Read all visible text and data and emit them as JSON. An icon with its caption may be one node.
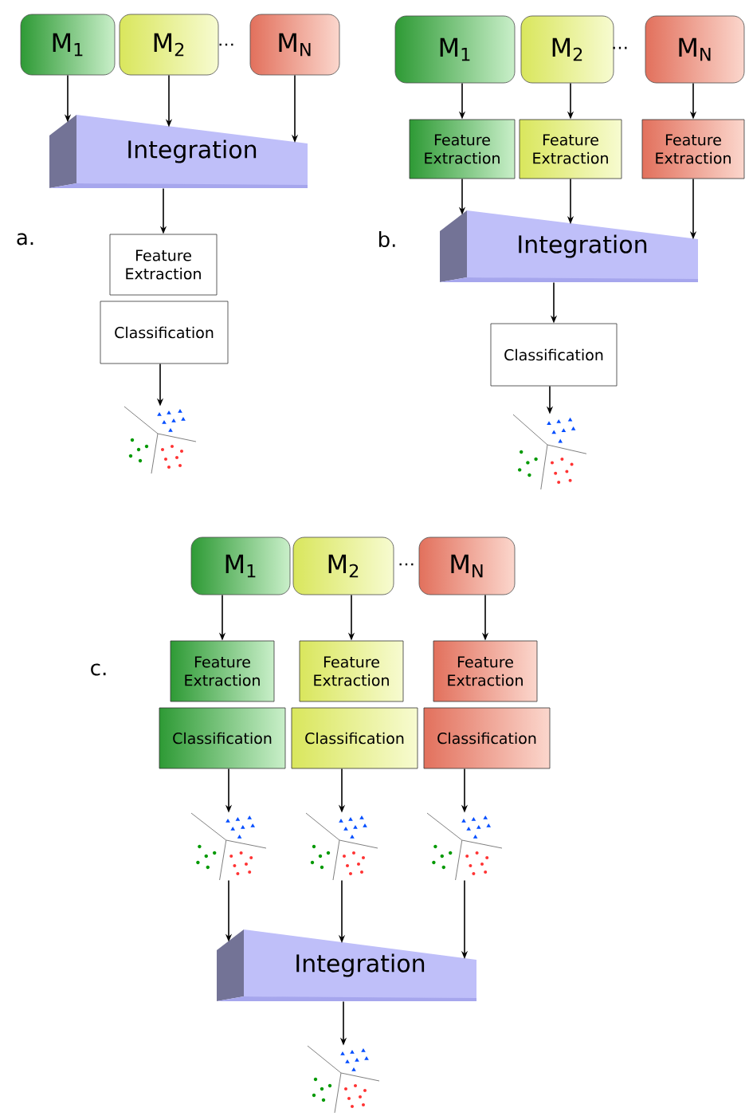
{
  "diagram": {
    "nodes": [
      {
        "text": [
          "M$_{1}$"
        ]
      },
      {
        "text": [
          "M$_{2}$"
        ]
      },
      {
        "text": [
          "M$_{N}$"
        ]
      },
      {
        "text": [
          "Integration"
        ]
      },
      {
        "text": [
          "Feature Extraction"
        ]
      },
      {
        "text": [
          "Classification"
        ]
      },
      {
        "text": [],
        "shape": "picture"
      },
      {
        "text": [
          "M$_{1}$"
        ]
      },
      {
        "text": [
          "M$_{2}$"
        ]
      },
      {
        "text": [
          "M$_{N}$"
        ]
      },
      {
        "text": [
          "Feature Extraction"
        ]
      },
      {
        "text": [
          "Feature Extraction"
        ]
      },
      {
        "text": [
          "Feature Extraction"
        ]
      },
      {
        "text": [
          "Integration"
        ]
      },
      {
        "text": [
          "Classification"
        ]
      },
      {
        "text": [],
        "shape": "picture"
      },
      {
        "text": [
          "M$_{1}$"
        ]
      },
      {
        "text": [
          "M$_{2}$"
        ]
      },
      {
        "text": [
          "M$_{N}$"
        ]
      },
      {
        "text": [
          "Feature Extraction"
        ]
      },
      {
        "text": [
          "Feature Extraction"
        ]
      },
      {
        "text": [
          "Feature Extraction"
        ]
      },
      {
        "text": [
          "Classification"
        ]
      },
      {
        "text": [
          "Classification"
        ]
      },
      {
        "text": [
          "Classification"
        ]
      },
      {
        "text": [],
        "shape": "picture"
      },
      {
        "text": [],
        "shape": "picture"
      },
      {
        "text": [],
        "shape": "picture"
      },
      {
        "text": [
          "Integration"
        ]
      },
      {
        "text": [],
        "shape": "picture"
      }
    ],
    "edges": [
      {
        "from": 0,
        "to": 3,
        "arrow": "to"
      },
      {
        "from": 1,
        "to": 3,
        "arrow": "to"
      },
      {
        "from": 2,
        "to": 3,
        "arrow": "to"
      },
      {
        "from": 3,
        "to": 4,
        "arrow": "to"
      },
      {
        "from": 5,
        "to": 6,
        "arrow": "to"
      },
      {
        "from": 7,
        "to": 10,
        "arrow": "to"
      },
      {
        "from": 8,
        "to": 11,
        "arrow": "to"
      },
      {
        "from": 9,
        "to": 12,
        "arrow": "to"
      },
      {
        "from": 10,
        "to": 13,
        "arrow": "to"
      },
      {
        "from": 11,
        "to": 13,
        "arrow": "to"
      },
      {
        "from": 12,
        "to": 13,
        "arrow": "to"
      },
      {
        "from": 13,
        "to": 14,
        "arrow": "to"
      },
      {
        "from": 14,
        "to": 15,
        "arrow": "to"
      },
      {
        "from": 16,
        "to": 19,
        "arrow": "to"
      },
      {
        "from": 17,
        "to": 20,
        "arrow": "to"
      },
      {
        "from": 18,
        "to": 21,
        "arrow": "to"
      },
      {
        "from": 22,
        "to": 25,
        "arrow": "to"
      },
      {
        "from": 23,
        "to": 26,
        "arrow": "to"
      },
      {
        "from": 24,
        "to": 27,
        "arrow": "to"
      },
      {
        "from": 25,
        "to": 28,
        "arrow": "to"
      },
      {
        "from": 26,
        "to": 28,
        "arrow": "to"
      },
      {
        "from": 27,
        "to": 28,
        "arrow": "to"
      },
      {
        "from": 28,
        "to": 29,
        "arrow": "to"
      }
    ],
    "labels": [
      "…",
      "…",
      "a.",
      "b.",
      "…",
      "c."
    ]
  }
}
